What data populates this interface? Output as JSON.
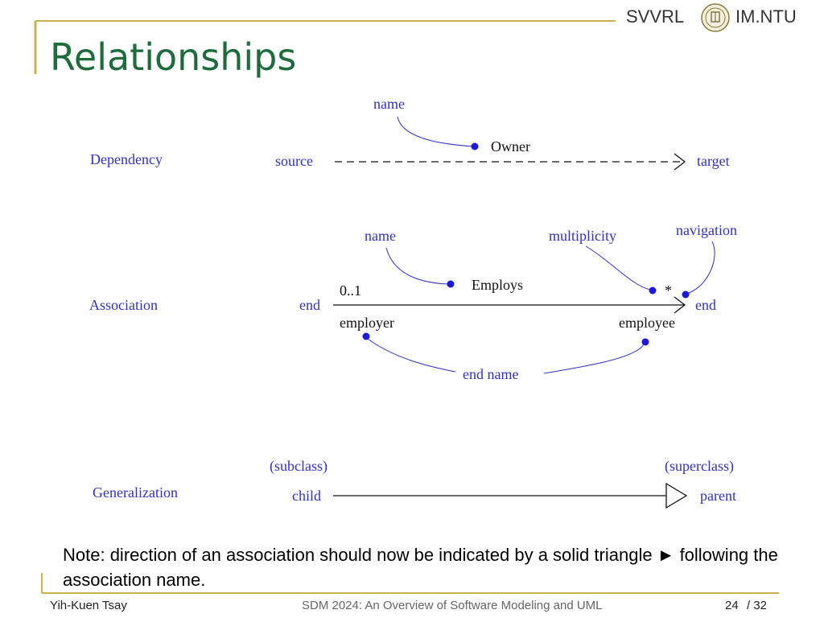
{
  "header": {
    "left_brand": "SVVRL",
    "right_brand": "IM.NTU",
    "title": "Relationships"
  },
  "dependency": {
    "label": "Dependency",
    "name_callout": "name",
    "name_value": "Owner",
    "source": "source",
    "target": "target"
  },
  "association": {
    "label": "Association",
    "name_callout": "name",
    "name_value": "Employs",
    "multiplicity_callout": "multiplicity",
    "navigation_callout": "navigation",
    "left_end": "end",
    "right_end": "end",
    "left_multiplicity": "0..1",
    "right_multiplicity": "*",
    "left_role": "employer",
    "right_role": "employee",
    "end_name_callout": "end name"
  },
  "generalization": {
    "label": "Generalization",
    "subclass": "(subclass)",
    "superclass": "(superclass)",
    "child": "child",
    "parent": "parent"
  },
  "note": "Note: direction of an association should now be indicated by a solid triangle ► following the association name.",
  "footer": {
    "author": "Yih-Kuen Tsay",
    "course": "SDM 2024: An Overview of Software Modeling and UML",
    "page": "24",
    "total": "/ 32"
  },
  "colors": {
    "title_green": "#1e6b3c",
    "accent_gold": "#c9b24a",
    "callout_blue": "#3030c8"
  }
}
